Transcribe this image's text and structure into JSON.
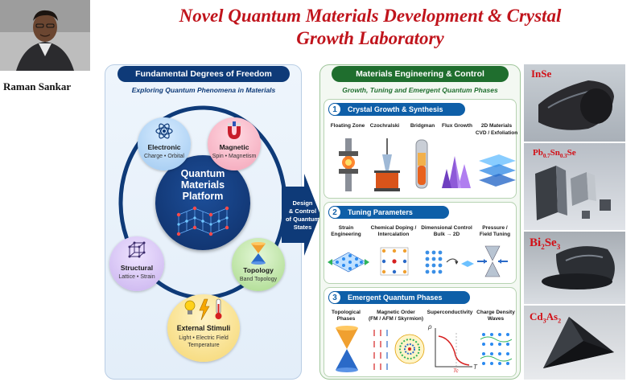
{
  "title": {
    "line1": "Novel Quantum Materials Development & Crystal",
    "line2": "Growth Laboratory"
  },
  "person": {
    "name": "Raman  Sankar"
  },
  "left_panel": {
    "header": "Fundamental Degrees of Freedom",
    "subtitle": "Exploring Quantum Phenomena in Materials",
    "center": {
      "line1": "Quantum",
      "line2": "Materials",
      "line3": "Platform"
    },
    "nodes": {
      "electronic": {
        "title": "Electronic",
        "sub": "Charge • Orbital"
      },
      "magnetic": {
        "title": "Magnetic",
        "sub": "Spin • Magnetism"
      },
      "structural": {
        "title": "Structural",
        "sub": "Lattice • Strain"
      },
      "topology": {
        "title": "Topology",
        "sub": "Band Topology"
      },
      "external": {
        "title": "External Stimuli",
        "sub1": "Light • Electric Field",
        "sub2": "Temperature"
      }
    }
  },
  "arrow": {
    "line1": "Design",
    "line2": "& Control",
    "line3": "of Quantum",
    "line4": "States"
  },
  "right_panel": {
    "header": "Materials Engineering & Control",
    "subtitle": "Growth, Tuning and Emergent Quantum Phases",
    "sections": [
      {
        "num": "1",
        "title": "Crystal Growth & Synthesis",
        "items": [
          {
            "l1": "Floating Zone",
            "l2": ""
          },
          {
            "l1": "Czochralski",
            "l2": ""
          },
          {
            "l1": "Bridgman",
            "l2": ""
          },
          {
            "l1": "Flux Growth",
            "l2": ""
          },
          {
            "l1": "2D Materials",
            "l2": "CVD / Exfoliation"
          }
        ]
      },
      {
        "num": "2",
        "title": "Tuning Parameters",
        "items": [
          {
            "l1": "Strain",
            "l2": "Engineering"
          },
          {
            "l1": "Chemical Doping /",
            "l2": "Intercalation"
          },
          {
            "l1": "Dimensional Control",
            "l2": "Bulk → 2D"
          },
          {
            "l1": "Pressure /",
            "l2": "Field Tuning"
          }
        ]
      },
      {
        "num": "3",
        "title": "Emergent Quantum Phases",
        "items": [
          {
            "l1": "Topological",
            "l2": "Phases"
          },
          {
            "l1": "Magnetic Order",
            "l2": "(FM / AFM / Skyrmion)"
          },
          {
            "l1": "Superconductivity",
            "l2": ""
          },
          {
            "l1": "Charge Density",
            "l2": "Waves"
          }
        ]
      }
    ],
    "sc_axis": {
      "y": "ρ",
      "x": "T",
      "tc": "Tc"
    }
  },
  "photos": [
    {
      "label": "InSe"
    },
    {
      "label_main": "Pb",
      "label_sub1": "0.7",
      "label_mid": "Sn",
      "label_sub2": "0.3",
      "label_end": "Se"
    },
    {
      "label_main": "Bi",
      "label_sub1": "2",
      "label_mid": "Se",
      "label_sub2": "3"
    },
    {
      "label_main": "Cd",
      "label_sub1": "3",
      "label_mid": "As",
      "label_sub2": "2"
    }
  ],
  "colors": {
    "title_red": "#c0141c",
    "navy": "#0e3a78",
    "green": "#1f6e2e",
    "blue": "#0e5fa8"
  }
}
